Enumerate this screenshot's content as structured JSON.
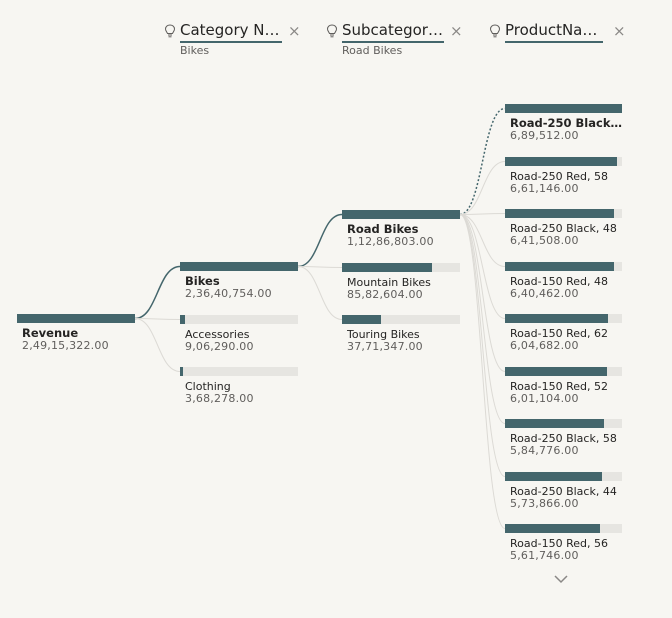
{
  "headers": [
    {
      "title": "Category Na...",
      "subtitle": "Bikes"
    },
    {
      "title": "Subcategory...",
      "subtitle": "Road Bikes"
    },
    {
      "title": "ProductName",
      "subtitle": ""
    }
  ],
  "close_glyph": "×",
  "colors": {
    "bar": "#44666c",
    "track": "#e6e5e1",
    "link": "#44666c",
    "faint_link": "#dcdad5"
  },
  "icons": {
    "header": "lightbulb-icon",
    "close": "close-icon",
    "more": "chevron-down-icon"
  },
  "chart_data": {
    "type": "decomposition-tree",
    "root": {
      "label": "Revenue",
      "value": 24915322,
      "display": "2,49,15,322.00"
    },
    "levels": [
      {
        "field": "Category Name",
        "expanded": "Bikes",
        "nodes": [
          {
            "label": "Bikes",
            "value": 23640754,
            "display": "2,36,40,754.00"
          },
          {
            "label": "Accessories",
            "value": 906290,
            "display": "9,06,290.00"
          },
          {
            "label": "Clothing",
            "value": 368278,
            "display": "3,68,278.00"
          }
        ]
      },
      {
        "field": "Subcategory",
        "expanded": "Road Bikes",
        "nodes": [
          {
            "label": "Road Bikes",
            "value": 11286803,
            "display": "1,12,86,803.00"
          },
          {
            "label": "Mountain Bikes",
            "value": 8582604,
            "display": "85,82,604.00"
          },
          {
            "label": "Touring Bikes",
            "value": 3771347,
            "display": "37,71,347.00"
          }
        ]
      },
      {
        "field": "ProductName",
        "expanded": "Road-250 Black, ...",
        "nodes": [
          {
            "label": "Road-250 Black, ...",
            "value": 689512,
            "display": "6,89,512.00"
          },
          {
            "label": "Road-250 Red, 58",
            "value": 661146,
            "display": "6,61,146.00"
          },
          {
            "label": "Road-250 Black, 48",
            "value": 641508,
            "display": "6,41,508.00"
          },
          {
            "label": "Road-150 Red, 48",
            "value": 640462,
            "display": "6,40,462.00"
          },
          {
            "label": "Road-150 Red, 62",
            "value": 604682,
            "display": "6,04,682.00"
          },
          {
            "label": "Road-150 Red, 52",
            "value": 601104,
            "display": "6,01,104.00"
          },
          {
            "label": "Road-250 Black, 58",
            "value": 584776,
            "display": "5,84,776.00"
          },
          {
            "label": "Road-250 Black, 44",
            "value": 573866,
            "display": "5,73,866.00"
          },
          {
            "label": "Road-150 Red, 56",
            "value": 561746,
            "display": "5,61,746.00"
          }
        ]
      }
    ]
  }
}
